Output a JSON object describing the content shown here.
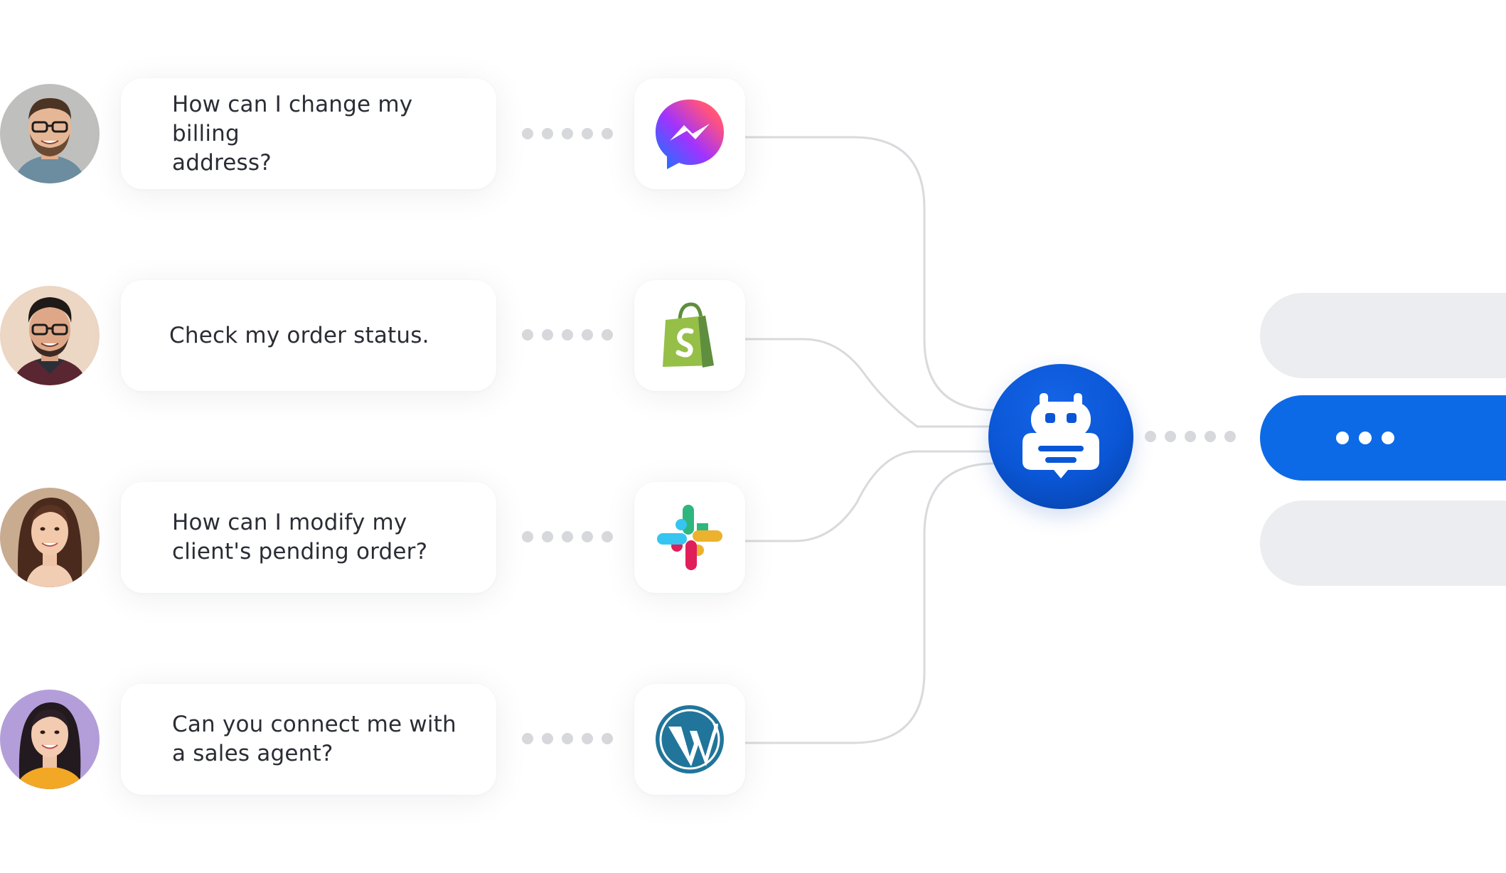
{
  "conversations": [
    {
      "avatar": "man-with-glasses-beard-avatar",
      "message": "How can I change my billing\naddress?",
      "channel": "messenger-icon"
    },
    {
      "avatar": "man-with-glasses-dark-hair-avatar",
      "message": "Check my order status.",
      "channel": "shopify-icon"
    },
    {
      "avatar": "woman-long-brown-hair-avatar",
      "message": "How can I modify my\nclient's pending order?",
      "channel": "slack-icon"
    },
    {
      "avatar": "woman-dark-hair-purple-background-avatar",
      "message": "Can you connect me with\na sales agent?",
      "channel": "wordpress-icon"
    }
  ],
  "hub": {
    "icon": "chatbot-robot-icon"
  },
  "responses": [
    {
      "state": "placeholder"
    },
    {
      "state": "typing",
      "indicator": "typing-dots"
    },
    {
      "state": "placeholder"
    }
  ],
  "colors": {
    "hub_blue": "#0a56d6",
    "active_pill": "#0d6ae6",
    "placeholder_pill": "#ebedf0",
    "connector_line": "#d9dadd",
    "dot_gray": "#d6d8db"
  }
}
